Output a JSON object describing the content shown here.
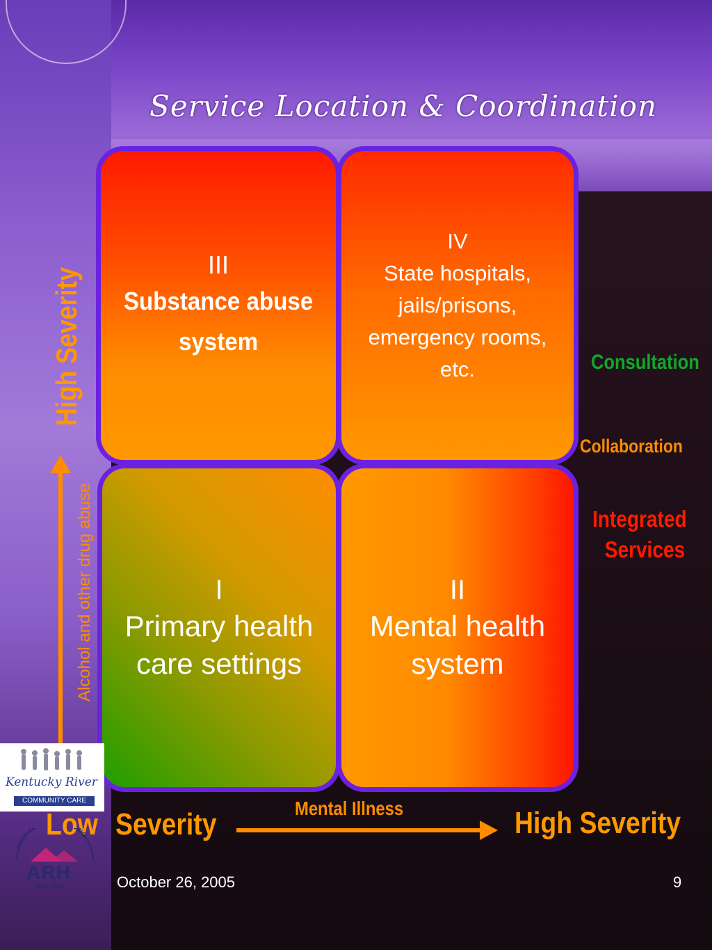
{
  "title": "Service Location & Coordination",
  "quadrants": {
    "q3": {
      "numeral": "III",
      "text_line1": "Substance abuse",
      "text_line2": "system"
    },
    "q4": {
      "numeral": "IV",
      "line1": "State hospitals,",
      "line2": "jails/prisons,",
      "line3": "emergency rooms,",
      "line4": "etc."
    },
    "q1": {
      "numeral": "I",
      "line1": "Primary health",
      "line2": "care settings"
    },
    "q2": {
      "numeral": "II",
      "line1": "Mental health",
      "line2": "system"
    }
  },
  "axes": {
    "y_high": "High Severity",
    "y_label": "Alcohol and other drug abuse",
    "x_low_prefix": "Low",
    "x_low_suffix": "Severity",
    "x_label": "Mental Illness",
    "x_high": "High Severity"
  },
  "right_legend": {
    "consultation": "Consultation",
    "collaboration": "Collaboration",
    "integrated_line1": "Integrated",
    "integrated_line2": "Services"
  },
  "footer": {
    "date": "October 26, 2005",
    "page": "9"
  },
  "logos": {
    "kentucky_river_script": "Kentucky River",
    "kentucky_river_sub": "COMMUNITY CARE",
    "arh_name": "ARH",
    "arh_years": "1956-2006",
    "arh_motto": "FIFTY YEARS & GROWING"
  },
  "colors": {
    "quadrant_border": "#6b22e0",
    "arrow_orange": "#ff8c00",
    "consultation_green": "#0fa82a",
    "integrated_red": "#ff1a00"
  }
}
